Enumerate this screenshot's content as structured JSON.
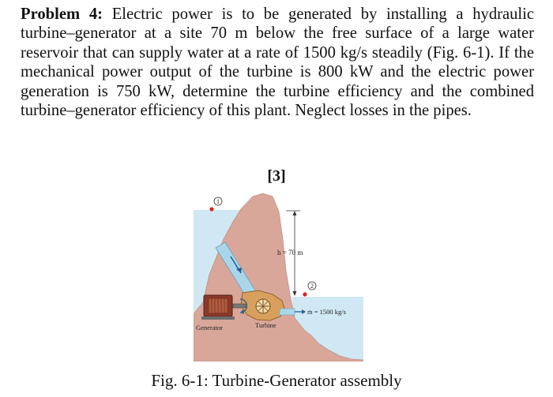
{
  "problem": {
    "label": "Problem 4:",
    "text": " Electric power is to be generated by installing a hydraulic turbine–generator at a site 70 m below the free surface of a large water reservoir that can supply water at a rate of 1500 kg/s steadily (Fig. 6-1). If the mechanical power output of the turbine is 800 kW and the electric power generation is 750 kW, determine the turbine efficiency and the combined turbine–generator efficiency of this plant. Neglect losses in the pipes.",
    "marks": "[3]"
  },
  "figure": {
    "point1_label": "1",
    "point2_label": "2",
    "height_label": "h = 70 m",
    "mass_flow_label": "ṁ = 1500 kg/s",
    "generator_label": "Generator",
    "turbine_label": "Turbine",
    "colors": {
      "water": "#cfe8f4",
      "rock": "#d9a79a",
      "pipe": "#a9d6ea",
      "generator": "#8b3a2a",
      "turbine": "#d8a05c",
      "marker": "#e02020"
    }
  },
  "caption": "Fig. 6-1: Turbine-Generator assembly"
}
